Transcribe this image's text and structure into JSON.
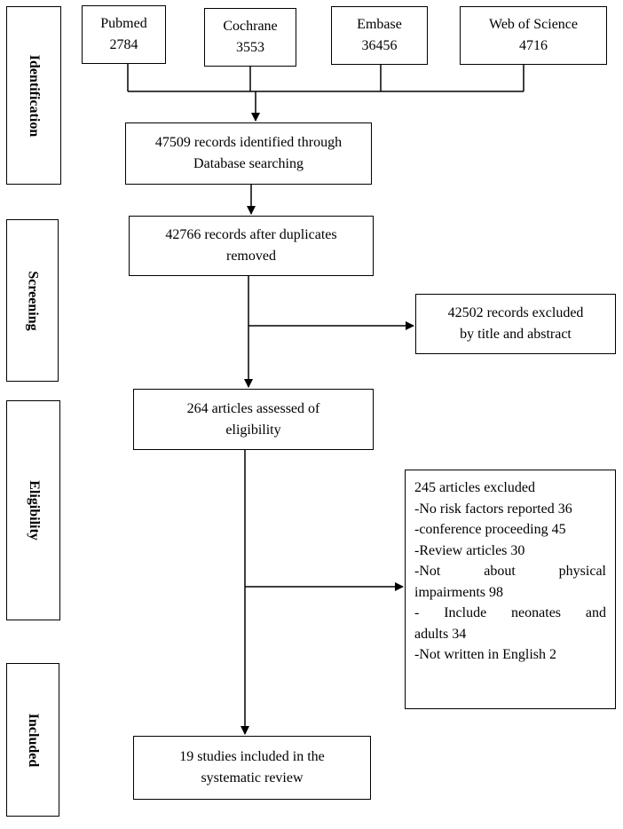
{
  "stages": {
    "identification": "Identification",
    "screening": "Screening",
    "eligibility": "Eligibility",
    "included": "Included"
  },
  "databases": [
    {
      "name": "Pubmed",
      "count": "2784"
    },
    {
      "name": "Cochrane",
      "count": "3553"
    },
    {
      "name": "Embase",
      "count": "36456"
    },
    {
      "name": "Web of Science",
      "count": "4716"
    }
  ],
  "identified": {
    "line1": "47509 records identified through",
    "line2": "Database searching"
  },
  "after_duplicates": {
    "line1": "42766 records after duplicates",
    "line2": "removed"
  },
  "excluded_title": {
    "line1": "42502 records excluded",
    "line2": "by title and abstract"
  },
  "assessed": {
    "line1": "264 articles assessed of",
    "line2": "eligibility"
  },
  "excluded_articles": {
    "lines": [
      "245 articles excluded",
      "-No risk factors reported 36",
      "-conference proceeding 45",
      "-Review articles 30",
      "-Not about physical",
      "impairments 98",
      "- Include neonates and",
      "adults 34",
      "-Not written in English 2"
    ]
  },
  "included": {
    "line1": "19 studies included in the",
    "line2": "systematic review"
  }
}
